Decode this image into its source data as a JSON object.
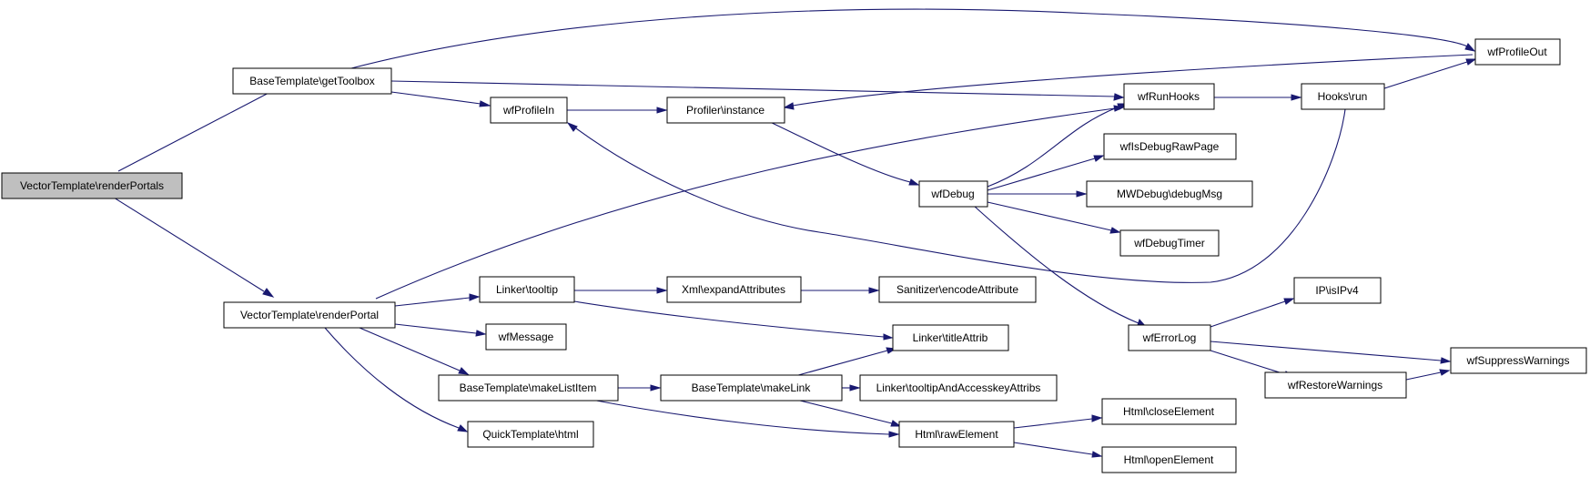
{
  "colors": {
    "edge": "#191970",
    "root_fill": "#bfbfbf",
    "node_fill": "#ffffff",
    "border": "#000000"
  },
  "nodes": {
    "renderPortals": "VectorTemplate\\renderPortals",
    "getToolbox": "BaseTemplate\\getToolbox",
    "renderPortal": "VectorTemplate\\renderPortal",
    "wfProfileIn": "wfProfileIn",
    "profilerInstance": "Profiler\\instance",
    "wfRunHooks": "wfRunHooks",
    "hooksRun": "Hooks\\run",
    "wfProfileOut": "wfProfileOut",
    "wfDebug": "wfDebug",
    "wfIsDebugRawPage": "wfIsDebugRawPage",
    "mwDebugMsg": "MWDebug\\debugMsg",
    "wfDebugTimer": "wfDebugTimer",
    "wfErrorLog": "wfErrorLog",
    "ipIsIPv4": "IP\\isIPv4",
    "wfSuppressWarnings": "wfSuppressWarnings",
    "wfRestoreWarnings": "wfRestoreWarnings",
    "linkerTooltip": "Linker\\tooltip",
    "xmlExpandAttributes": "Xml\\expandAttributes",
    "sanitizerEncodeAttribute": "Sanitizer\\encodeAttribute",
    "linkerTitleAttrib": "Linker\\titleAttrib",
    "wfMessage": "wfMessage",
    "makeListItem": "BaseTemplate\\makeListItem",
    "makeLink": "BaseTemplate\\makeLink",
    "tooltipAndAccesskey": "Linker\\tooltipAndAccesskeyAttribs",
    "quickTemplateHtml": "QuickTemplate\\html",
    "htmlRawElement": "Html\\rawElement",
    "htmlCloseElement": "Html\\closeElement",
    "htmlOpenElement": "Html\\openElement"
  }
}
